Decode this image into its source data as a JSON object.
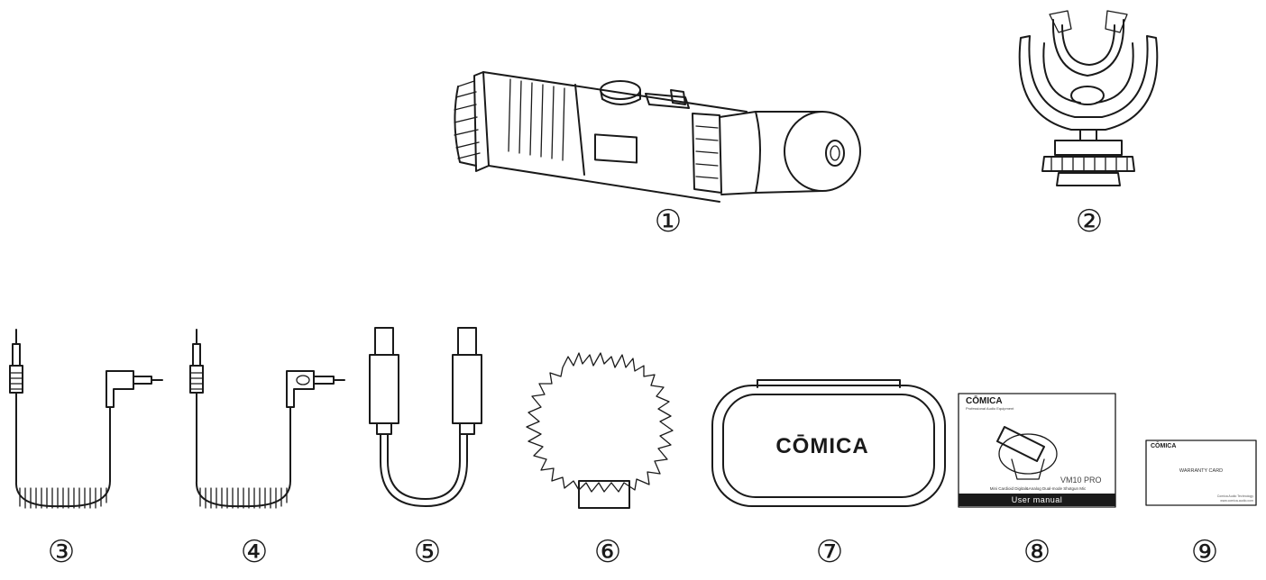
{
  "items": [
    {
      "number": "①",
      "name": "Microphone body"
    },
    {
      "number": "②",
      "name": "Shock mount"
    },
    {
      "number": "③",
      "name": "TRS cable"
    },
    {
      "number": "④",
      "name": "TRRS cable"
    },
    {
      "number": "⑤",
      "name": "USB-C cable"
    },
    {
      "number": "⑥",
      "name": "Furry windscreen"
    },
    {
      "number": "⑦",
      "name": "Carrying case"
    },
    {
      "number": "⑧",
      "name": "User manual"
    },
    {
      "number": "⑨",
      "name": "Warranty card"
    }
  ],
  "case_brand": "CŌMICA",
  "manual": {
    "brand": "CŌMICA",
    "tagline": "Professional Audio Equipment",
    "model": "VM10 PRO",
    "description": "Mini Cardioid Digital&Analog Dual-mode Shotgun Mic",
    "footer": "User manual"
  },
  "warranty": {
    "brand": "CŌMICA",
    "title": "WARRANTY CARD",
    "company": "Comica Audio Technology",
    "website": "www.comica-audio.com"
  }
}
